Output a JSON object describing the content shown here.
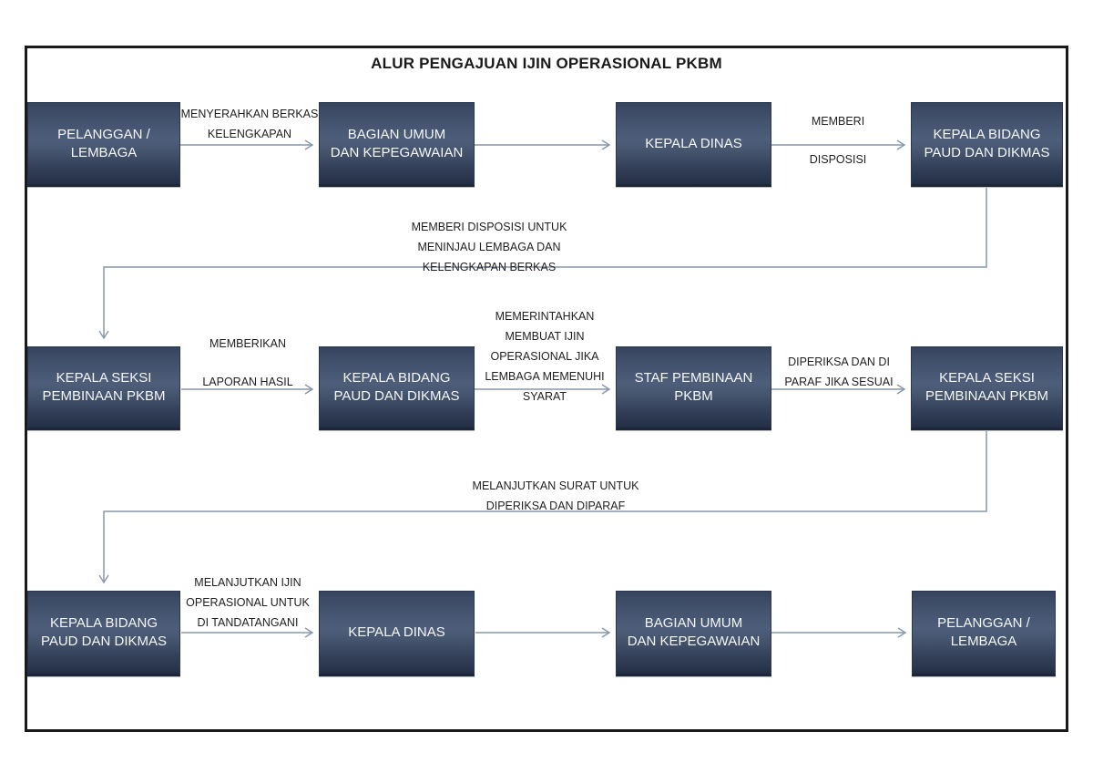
{
  "title": "ALUR PENGAJUAN IJIN OPERASIONAL PKBM",
  "boxes": {
    "r1c1": "PELANGGAN /\nLEMBAGA",
    "r1c2": "BAGIAN UMUM\nDAN KEPEGAWAIAN",
    "r1c3": "KEPALA DINAS",
    "r1c4": "KEPALA BIDANG\nPAUD DAN DIKMAS",
    "r2c1": "KEPALA SEKSI\nPEMBINAAN PKBM",
    "r2c2": "KEPALA BIDANG\nPAUD DAN DIKMAS",
    "r2c3": "STAF PEMBINAAN\nPKBM",
    "r2c4": "KEPALA SEKSI\nPEMBINAAN PKBM",
    "r3c1": "KEPALA BIDANG\nPAUD DAN DIKMAS",
    "r3c2": "KEPALA DINAS",
    "r3c3": "BAGIAN UMUM\nDAN KEPEGAWAIAN",
    "r3c4": "PELANGGAN /\nLEMBAGA"
  },
  "edge_labels": {
    "menyerahkan_berkas": "MENYERAHKAN BERKAS\nKELENGKAPAN",
    "memberi": "MEMBERI",
    "disposisi": "DISPOSISI",
    "memberi_disposisi_untuk": "MEMBERI DISPOSISI UNTUK\nMENINJAU LEMBAGA DAN\nKELENGKAPAN BERKAS",
    "memberikan": "MEMBERIKAN",
    "laporan_hasil": "LAPORAN HASIL",
    "memerintahkan": "MEMERINTAHKAN\nMEMBUAT IJIN\nOPERASIONAL JIKA\nLEMBAGA MEMENUHI\nSYARAT",
    "diperiksa_paraf": "DIPERIKSA DAN DI\nPARAF JIKA SESUAI",
    "melanjutkan_surat": "MELANJUTKAN SURAT UNTUK\nDIPERIKSA DAN DIPARAF",
    "melanjutkan_ijin": "MELANJUTKAN IJIN\nOPERASIONAL UNTUK\nDI TANDATANGANI"
  },
  "colors": {
    "frame_border": "#1a1a1a",
    "box_gradient_top": "#35435c",
    "box_gradient_mid": "#4e5e7a",
    "box_gradient_bottom": "#232e44",
    "box_text": "#f4f6f9",
    "connector": "#8997ab",
    "label_text": "#1f1f1f",
    "background": "#ffffff"
  }
}
